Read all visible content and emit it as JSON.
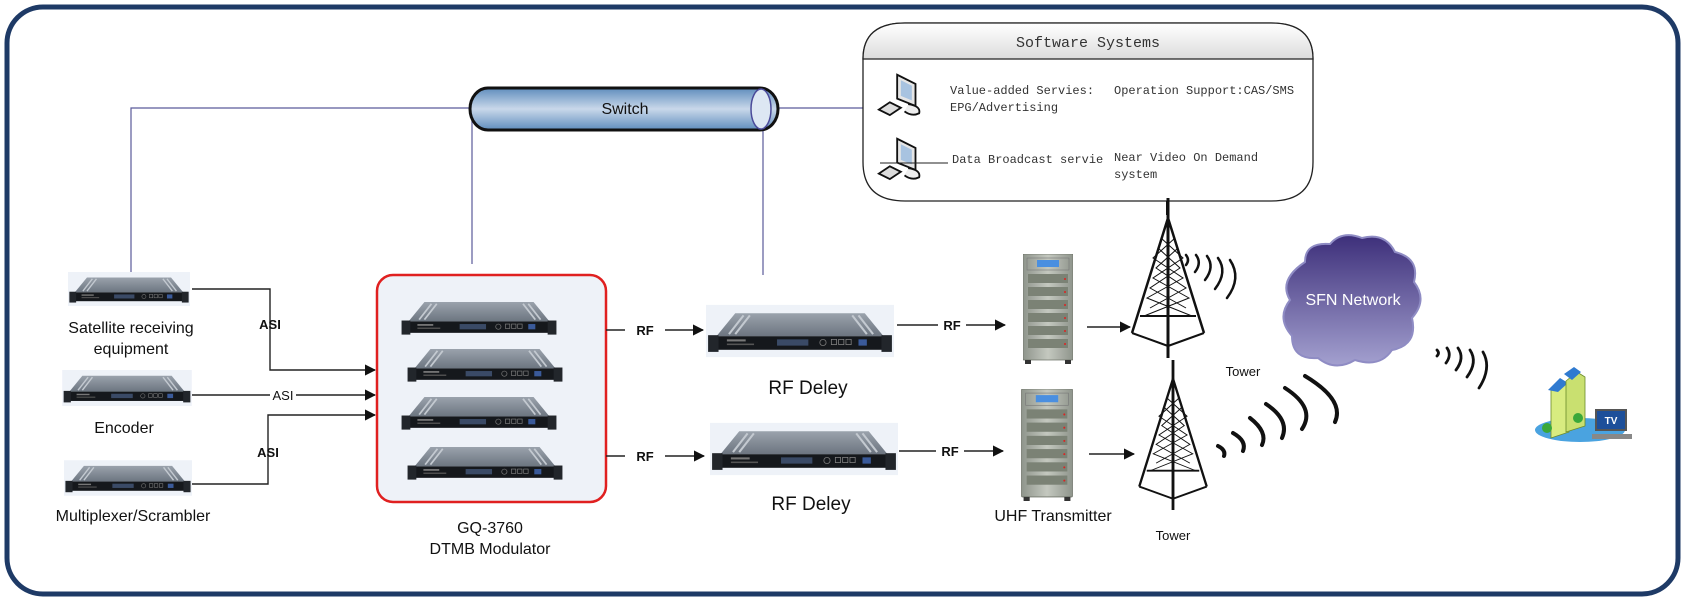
{
  "diagram": {
    "title": "DTMB SFN Broadcast System",
    "colors": {
      "frame": "#1e3a66",
      "modulator_border": "#e02020",
      "switch_fill": "#7aa3cc",
      "cloud_top": "#3d2f7a",
      "cloud_bottom": "#9a97c8",
      "network_line": "#5a5a9a"
    },
    "switch": {
      "label": "Switch"
    },
    "software_systems": {
      "title": "Software Systems",
      "items": [
        {
          "left": "Value-added Servies:",
          "left_line2": "EPG/Advertising",
          "right": "Operation Support:CAS/SMS",
          "right_line2": ""
        },
        {
          "left": "Data Broadcast servie",
          "left_line2": "",
          "right": "Near Video On Demand",
          "right_line2": "system"
        }
      ]
    },
    "sources": [
      {
        "label": "Satellite receiving",
        "label_line2": "equipment",
        "link": "ASI"
      },
      {
        "label": "Encoder",
        "label_line2": "",
        "link": "ASI"
      },
      {
        "label": "Multiplexer/Scrambler",
        "label_line2": "",
        "link": "ASI"
      }
    ],
    "modulator": {
      "model": "GQ-3760",
      "name": "DTMB Modulator",
      "units": 4
    },
    "rf_delays": [
      {
        "label": "RF Deley",
        "in_link": "RF",
        "out_link": "RF"
      },
      {
        "label": "RF Deley",
        "in_link": "RF",
        "out_link": "RF"
      }
    ],
    "transmitter": {
      "label": "UHF Transmitter"
    },
    "towers": [
      {
        "label": "Tower"
      },
      {
        "label": "Tower"
      }
    ],
    "network": {
      "label": "SFN Network"
    },
    "receiver": {
      "tv_label": "TV"
    }
  }
}
